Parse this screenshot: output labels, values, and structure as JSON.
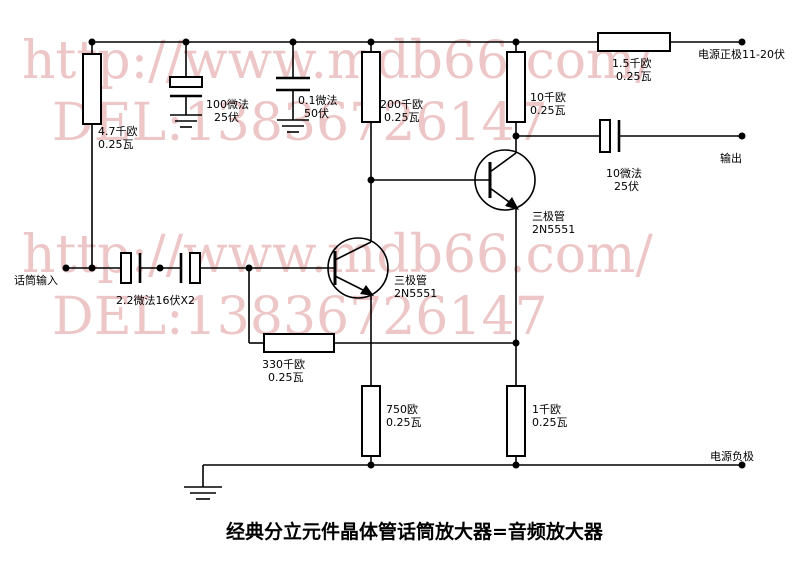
{
  "watermark": {
    "url": "http://www.mdb66.com/",
    "tel": "DEL:13836726147"
  },
  "labels": {
    "power_positive": "电源正极11-20伏",
    "power_negative": "电源负极",
    "mic_input": "话筒输入",
    "output": "输出",
    "r1_value": "4.7千欧",
    "r1_power": "0.25瓦",
    "c1_value": "100微法",
    "c1_voltage": "25伏",
    "c2_value": "0.1微法",
    "c2_voltage": "50伏",
    "r2_value": "200千欧",
    "r2_power": "0.25瓦",
    "r3_value": "10千欧",
    "r3_power": "0.25瓦",
    "r4_value": "1.5千欧",
    "r4_power": "0.25瓦",
    "c5_value": "10微法",
    "c5_voltage": "25伏",
    "q2_name": "三极管",
    "q2_model": "2N5551",
    "q1_name": "三极管",
    "q1_model": "2N5551",
    "c_in": "2.2微法16伏X2",
    "r5_value": "330千欧",
    "r5_power": "0.25瓦",
    "r6_value": "750欧",
    "r6_power": "0.25瓦",
    "r7_value": "1千欧",
    "r7_power": "0.25瓦"
  },
  "title": "经典分立元件晶体管话筒放大器=音频放大器"
}
